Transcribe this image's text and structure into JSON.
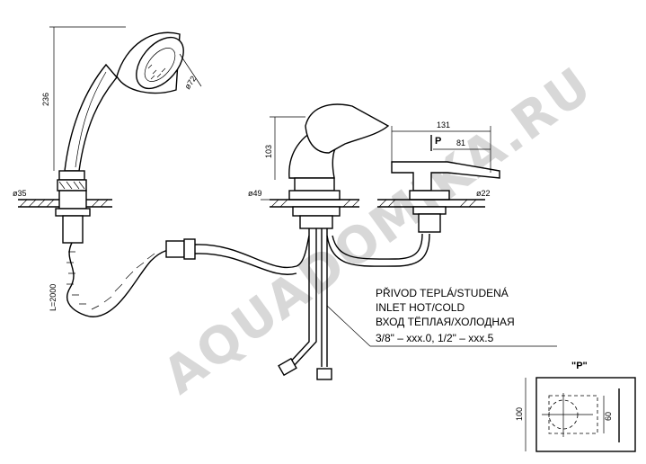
{
  "watermark": "AQUADOMIKA.RU",
  "dimensions": {
    "shower_height": "236",
    "shower_head_dia": "ø72",
    "shower_base_dia": "ø35",
    "hose_length": "L=2000",
    "mixer_height": "103",
    "mixer_base_dia": "ø49",
    "lever_width": "131",
    "lever_offset": "81",
    "spout_base_dia": "ø22",
    "view_marker": "P"
  },
  "inlet_note": {
    "line1": "PŘIVOD TEPLÁ/STUDENÁ",
    "line2": "INLET HOT/COLD",
    "line3": "ВХОД ТЁПЛАЯ/ХОЛОДНАЯ",
    "line4": "3/8\" – xxx.0, 1/2\" – xxx.5"
  },
  "detail_view": {
    "title": "\"P\"",
    "width": "100",
    "height": "60"
  }
}
